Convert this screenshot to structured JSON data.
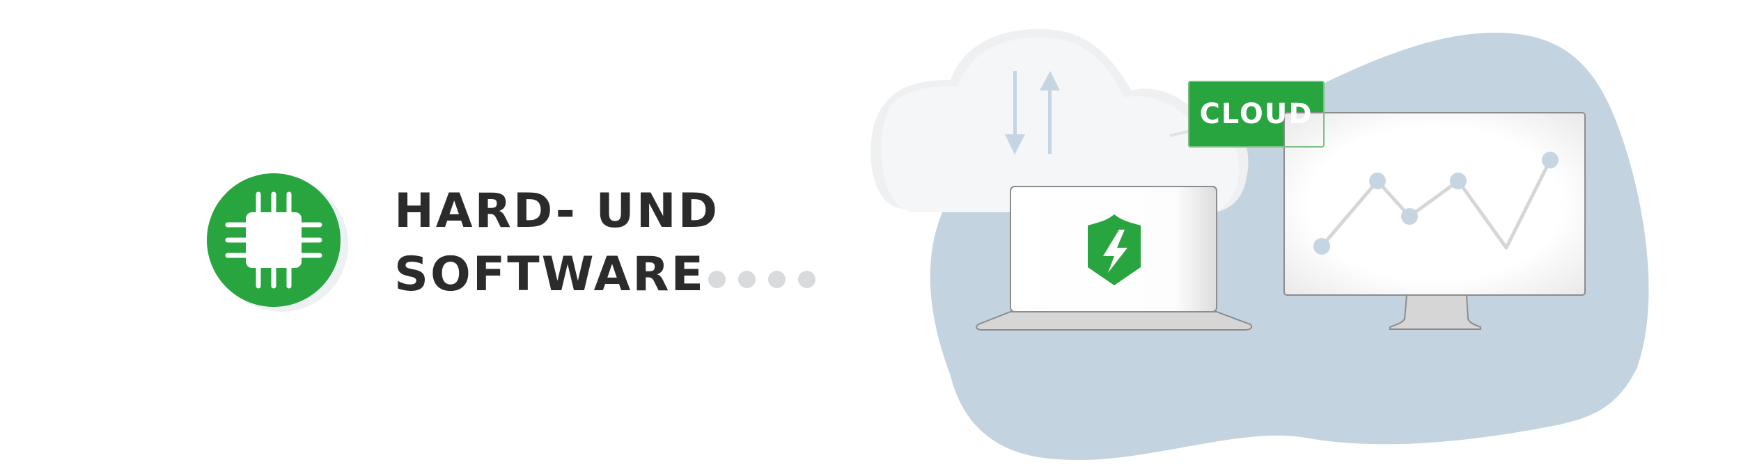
{
  "colors": {
    "brand_green": "#28a53f",
    "blob_blue": "#c3d3e0",
    "cloud_grey": "#f0f1f2",
    "text_dark": "#2b2b2b",
    "dot_grey": "#d9dadb",
    "chart_line": "#d4d6d8",
    "chart_point": "#c5d5e2"
  },
  "badge": {
    "icon": "chip-icon"
  },
  "heading": {
    "line1": "HARD- UND",
    "line2": "SOFTWARE"
  },
  "separator": {
    "dots": 4
  },
  "cloud": {
    "label": "CLOUD",
    "icons": [
      "upload-arrow-icon",
      "download-arrow-icon"
    ]
  },
  "laptop": {
    "icon": "shield-lightning-icon"
  },
  "monitor": {
    "icon": "line-chart-icon"
  }
}
